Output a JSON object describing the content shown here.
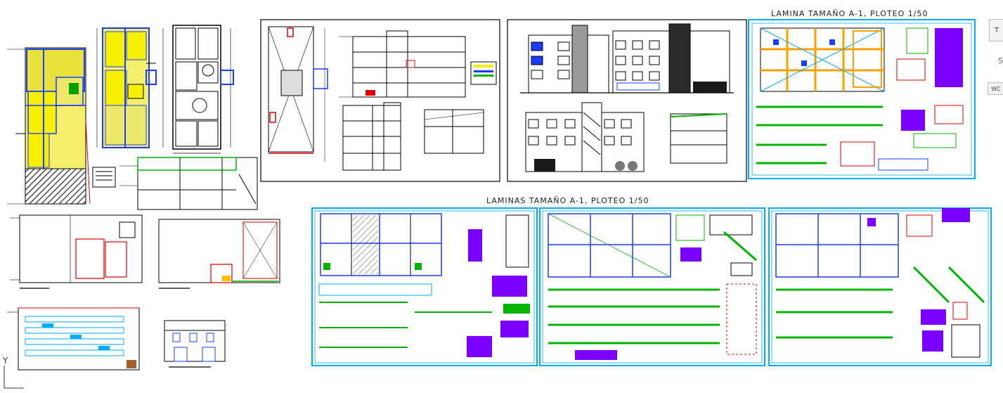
{
  "sheet_titles": {
    "single": "LAMINA TAMAÑO A-1, PLOTEO 1/50",
    "plural": "LAMINAS TAMAÑO A-1, PLOTEO 1/50"
  },
  "viewcube": {
    "top_label": "T",
    "partial_label": "S",
    "wcs_label": "WC"
  },
  "ucs": {
    "y_label": "Y"
  },
  "colors": {
    "background": "#ffffff",
    "line": "#000000",
    "blue": "#1a3cff",
    "yellow": "#f7f000",
    "red": "#e00000",
    "magenta": "#d000d0",
    "green": "#00b400",
    "purple": "#7b00ff",
    "cyan": "#00aaff",
    "gray": "#9a9a9a"
  }
}
